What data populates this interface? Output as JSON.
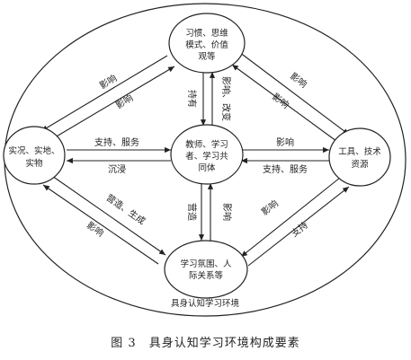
{
  "nodes": {
    "top": [
      "习惯、思维",
      "模式、价值",
      "观等"
    ],
    "center": [
      "教师、学习",
      "者、学习共",
      "同体"
    ],
    "left": [
      "实况、实地、",
      "实物"
    ],
    "right": [
      "工具、技术",
      "资源"
    ],
    "bottom": [
      "学习氛围、人",
      "际关系等"
    ]
  },
  "edge_labels": {
    "top_left_up": "影响",
    "top_left_down": "影响",
    "top_right_up": "影响",
    "top_right_down": "影响",
    "top_center_left": "持有",
    "top_center_right": "影响、改变",
    "left_center_top": "支持、服务",
    "left_center_bottom": "沉浸",
    "center_right_top": "影响",
    "center_right_bottom": "支持、服务",
    "center_bottom_left": "营造",
    "center_bottom_right": "影响",
    "left_bottom_upper": "营造、生成",
    "left_bottom_lower": "影响",
    "right_bottom_upper": "影响",
    "right_bottom_lower": "支持"
  },
  "environment_label": "具身认知学习环境",
  "caption": {
    "number": "图 3",
    "title": "具身认知学习环境构成要素"
  }
}
